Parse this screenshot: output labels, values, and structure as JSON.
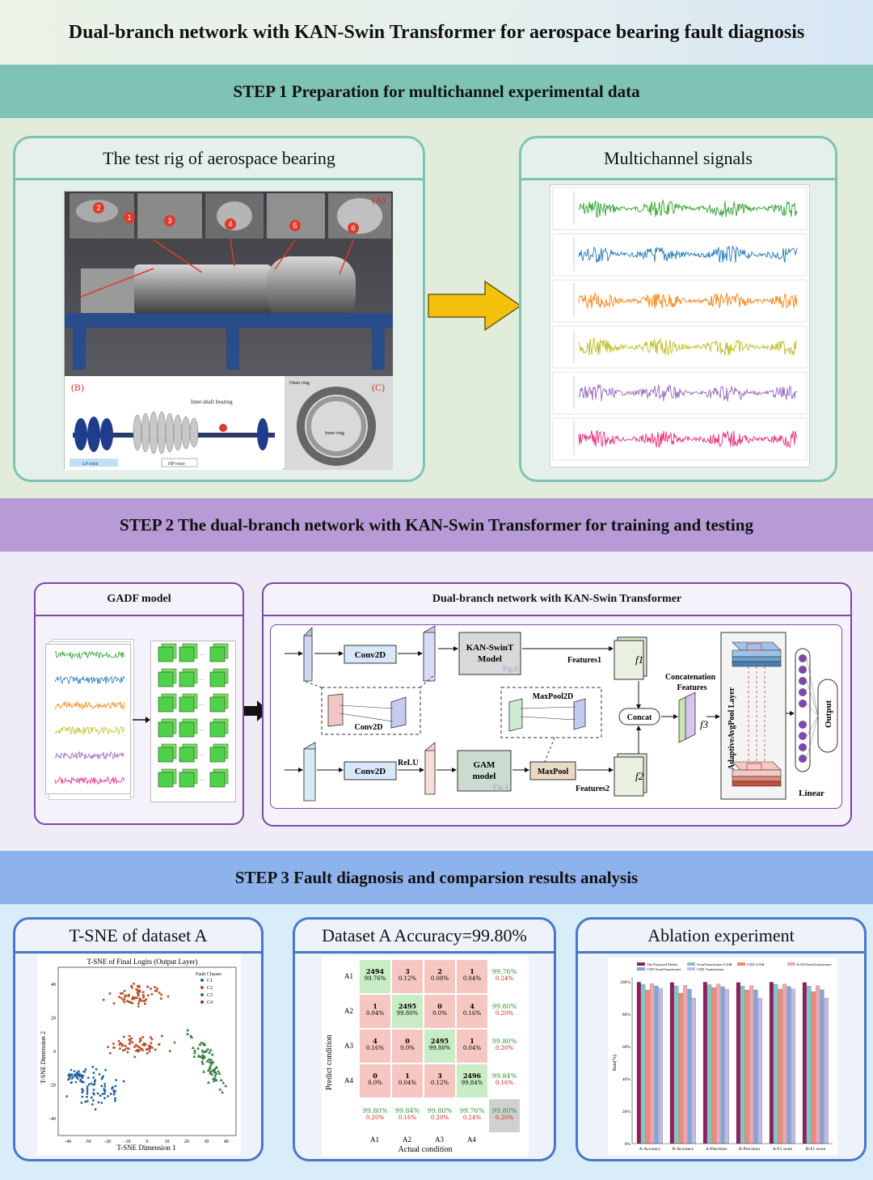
{
  "title": "Dual-branch network with KAN-Swin Transformer  for aerospace bearing fault diagnosis",
  "steps": {
    "step1": "STEP 1 Preparation for multichannel experimental data",
    "step2": "STEP 2 The dual-branch network with KAN-Swin Transformer for training and testing",
    "step3": "STEP 3 Fault diagnosis and comparsion results analysis"
  },
  "step1": {
    "rig_title": "The test rig of aerospace bearing",
    "signals_title": "Multichannel signals",
    "photo_labels": {
      "a": "(A)",
      "b": "(B)",
      "c": "(C)"
    },
    "photo_numbers": [
      "1",
      "2",
      "3",
      "4",
      "5",
      "6"
    ],
    "rotor_labels": {
      "inter": "Inter-shaft bearing",
      "lp": "LP rotor",
      "hp": "HP rotor",
      "outer": "Outer ring",
      "inner": "Inner ring"
    },
    "signal_colors": [
      "#2ca02c",
      "#1f77b4",
      "#ff7f0e",
      "#bcbd22",
      "#9467bd",
      "#e7297a"
    ],
    "arrow_color": "#f4c20d"
  },
  "step2": {
    "gadf_title": "GADF model",
    "net_title": "Dual-branch network with KAN-Swin Transformer",
    "conv2d": "Conv2D",
    "kan_model": [
      "KAN-SwinT",
      "Model"
    ],
    "fig6": "Fig.6",
    "features1": "Features1",
    "features2": "Features2",
    "concat_features": [
      "Concatenation",
      "Features"
    ],
    "concat": "Concat",
    "maxpool2d": "MaxPool2D",
    "relu": "ReLU",
    "gam_model": [
      "GAM",
      "model"
    ],
    "fig4": "Fig.4",
    "maxpool": "MaxPool",
    "adaptive": "AdaptiveAvgPool Layer",
    "output": "Output",
    "linear": "Linear",
    "f1": "f1",
    "f2": "f2",
    "f3": "f3"
  },
  "step3": {
    "tsne": {
      "panel_title": "T-SNE of dataset A",
      "plot_title": "T-SNE of Final Logits (Output Layer)",
      "xlabel": "T-SNE Dimension 1",
      "ylabel": "T-SNE Dimension 2",
      "legend_title": "Fault Classes",
      "classes": [
        "C1",
        "C2",
        "C3",
        "C4"
      ],
      "class_colors": [
        "#1f5f9e",
        "#b5502a",
        "#2e7d3a",
        "#a02030"
      ],
      "x_ticks": [
        "-40",
        "-30",
        "-20",
        "-10",
        "0",
        "10",
        "20",
        "30",
        "40"
      ],
      "y_ticks": [
        "40",
        "20",
        "0",
        "-20",
        "-40"
      ]
    },
    "confusion": {
      "panel_title": "Dataset A   Accuracy=99.80%",
      "rows": [
        "A1",
        "A2",
        "A3",
        "A4"
      ],
      "cols": [
        "A1",
        "A2",
        "A3",
        "A4"
      ],
      "ylabel": "Predict condition",
      "xlabel": "Actual condition",
      "cells": [
        [
          [
            "2494",
            "99.76%"
          ],
          [
            "3",
            "0.12%"
          ],
          [
            "2",
            "0.08%"
          ],
          [
            "1",
            "0.04%"
          ],
          [
            "99.76%",
            "0.24%"
          ]
        ],
        [
          [
            "1",
            "0.04%"
          ],
          [
            "2495",
            "99.80%"
          ],
          [
            "0",
            "0.0%"
          ],
          [
            "4",
            "0.16%"
          ],
          [
            "99.80%",
            "0.20%"
          ]
        ],
        [
          [
            "4",
            "0.16%"
          ],
          [
            "0",
            "0.0%"
          ],
          [
            "2495",
            "99.80%"
          ],
          [
            "1",
            "0.04%"
          ],
          [
            "99.80%",
            "0.20%"
          ]
        ],
        [
          [
            "0",
            "0.0%"
          ],
          [
            "1",
            "0.04%"
          ],
          [
            "3",
            "0.12%"
          ],
          [
            "2496",
            "99.84%"
          ],
          [
            "99.84%",
            "0.16%"
          ]
        ],
        [
          [
            "99.80%",
            "0.20%"
          ],
          [
            "99.84%",
            "0.16%"
          ],
          [
            "99.80%",
            "0.20%"
          ],
          [
            "99.76%",
            "0.24%"
          ],
          [
            "99.80%",
            "0.20%"
          ]
        ]
      ]
    },
    "ablation": {
      "panel_title": "Ablation experiment",
      "ylabel": "Rate(%)",
      "legend": [
        "The Proposed Model",
        "SwinTransformer-GAM",
        "CNN-GAM",
        "KAN-SwinTransformer",
        "CNN-SwinTransformer",
        "CNN-Transformer"
      ],
      "colors": [
        "#8e1f5c",
        "#7fc6c9",
        "#f08a70",
        "#f4a6b8",
        "#7fa6d9",
        "#c7b8e8"
      ],
      "categories": [
        "A-Accuracy",
        "B-Accuracy",
        "A-Precision",
        "B-Precision",
        "A-F1 score",
        "B-F1 score"
      ],
      "y_ticks": [
        "100%",
        "80%",
        "60%",
        "40%",
        "20%",
        "0%"
      ],
      "chart_data": {
        "type": "bar",
        "categories": [
          "A-Accuracy",
          "B-Accuracy",
          "A-Precision",
          "B-Precision",
          "A-F1 score",
          "B-F1 score"
        ],
        "ylim": [
          0,
          100
        ],
        "series": [
          {
            "name": "The Proposed Model",
            "values": [
              99.8,
              99.6,
              99.8,
              99.6,
              99.8,
              99.6
            ]
          },
          {
            "name": "SwinTransformer-GAM",
            "values": [
              98.5,
              97.5,
              98.3,
              97.4,
              98.4,
              97.4
            ]
          },
          {
            "name": "CNN-GAM",
            "values": [
              95.0,
              93.0,
              96.5,
              95.0,
              95.5,
              94.0
            ]
          },
          {
            "name": "KAN-SwinTransformer",
            "values": [
              98.8,
              97.8,
              98.6,
              97.6,
              98.7,
              97.6
            ]
          },
          {
            "name": "CNN-SwinTransformer",
            "values": [
              97.5,
              95.5,
              97.0,
              95.0,
              97.2,
              95.2
            ]
          },
          {
            "name": "CNN-Transformer",
            "values": [
              96.0,
              90.0,
              95.5,
              90.0,
              95.7,
              90.0
            ]
          }
        ]
      }
    }
  }
}
